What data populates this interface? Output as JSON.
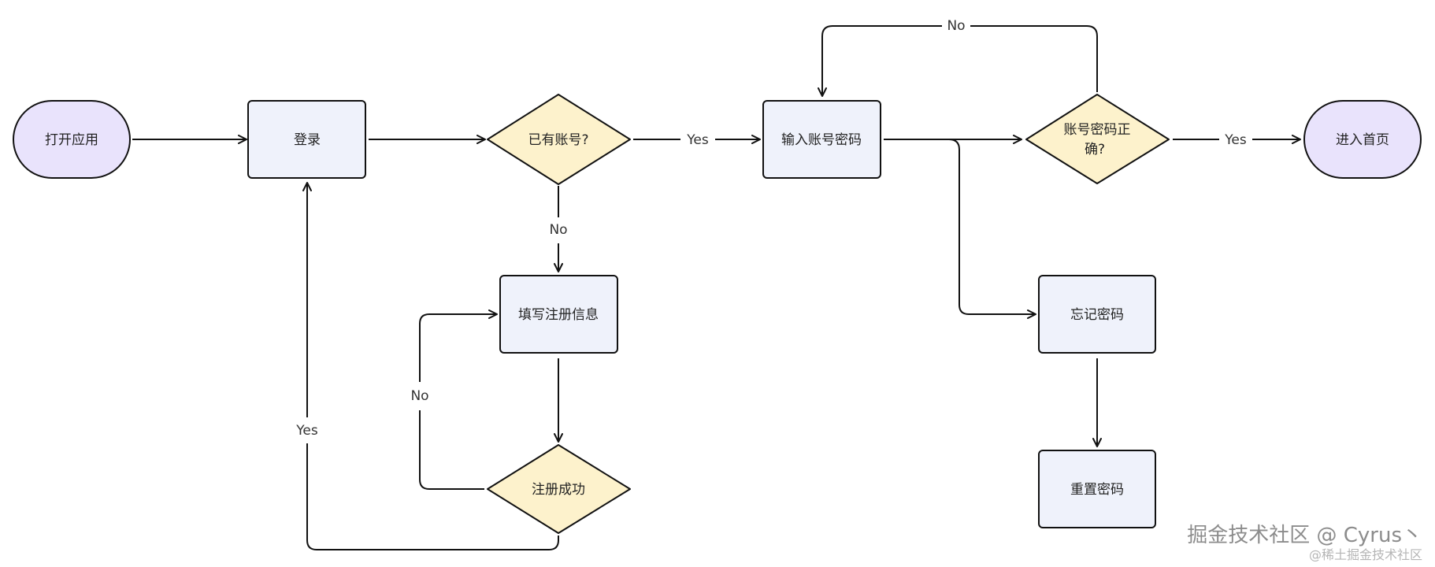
{
  "colors": {
    "terminal_fill": "#e9e3fc",
    "process_fill": "#eff2fb",
    "decision_fill": "#fdf2cc",
    "stroke": "#111111"
  },
  "nodes": {
    "open_app": "打开应用",
    "login": "登录",
    "has_account": "已有账号?",
    "enter_credentials": "输入账号密码",
    "credentials_correct_line1": "账号密码正",
    "credentials_correct_line2": "确?",
    "enter_home": "进入首页",
    "fill_registration": "填写注册信息",
    "register_success": "注册成功",
    "forgot_password": "忘记密码",
    "reset_password": "重置密码"
  },
  "edges": {
    "has_account_yes": "Yes",
    "has_account_no": "No",
    "credentials_no": "No",
    "credentials_yes": "Yes",
    "register_no": "No",
    "register_yes": "Yes"
  },
  "watermark": {
    "main": "掘金技术社区 @ Cyrus丶",
    "sub": "@稀土掘金技术社区"
  }
}
